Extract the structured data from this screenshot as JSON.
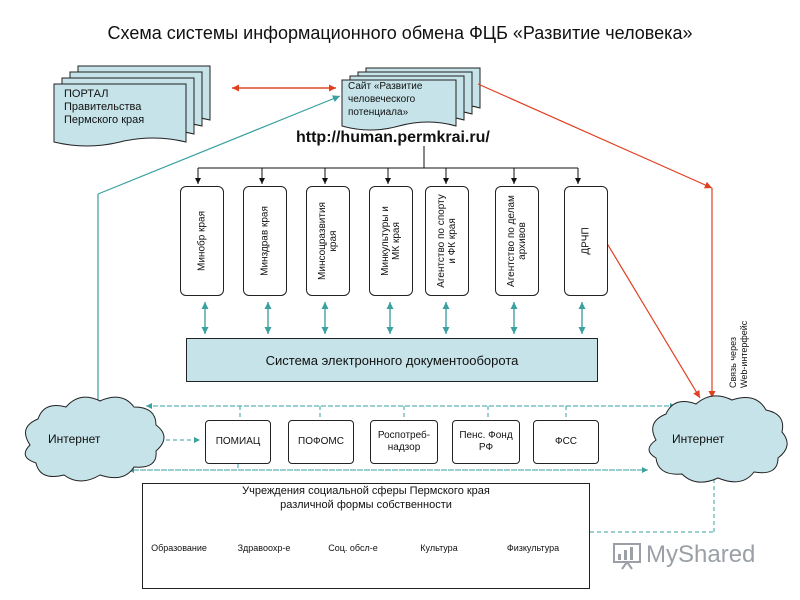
{
  "title": "Схема системы информационного обмена ФЦБ «Развитие человека»",
  "url": "http://human.permkrai.ru/",
  "portal": {
    "label": "ПОРТАЛ\nПравительства\nПермского края"
  },
  "site": {
    "label": "Сайт «Развитие\nчеловеческого\nпотенциала»"
  },
  "ministries": [
    {
      "label": "Минобр края"
    },
    {
      "label": "Минздрав края"
    },
    {
      "label": "Минсоцразвития\nкрая"
    },
    {
      "label": "Минкультуры и\nМК края"
    },
    {
      "label": "Агентство по спорту\nи ФК края"
    },
    {
      "label": "Агентство по делам\nархивов"
    },
    {
      "label": "ДРЧП"
    }
  ],
  "sed": {
    "label": "Система электронного документооборота"
  },
  "funds": [
    {
      "label": "ПОМИАЦ"
    },
    {
      "label": "ПОФОМС"
    },
    {
      "label": "Роспотреб-\nнадзор"
    },
    {
      "label": "Пенс. Фонд\nРФ"
    },
    {
      "label": "ФСС"
    }
  ],
  "internet_left": {
    "label": "Интернет"
  },
  "internet_right": {
    "label": "Интернет"
  },
  "side_note": "Связь через\nWeb-интерфейс",
  "institutions": {
    "title": "Учреждения социальной сферы Пермского края\nразличной формы собственности",
    "items": [
      {
        "label": "Образование"
      },
      {
        "label": "Здравоохр-е"
      },
      {
        "label": "Соц. обсл-е"
      },
      {
        "label": "Культура"
      },
      {
        "label": "Физкультура"
      }
    ]
  },
  "watermark": "MyShared",
  "colors": {
    "accent": "#c5e3e8",
    "red_arrow": "#e04020",
    "teal_arrow": "#3aa0a0",
    "cloud": "#c5e3e8"
  }
}
